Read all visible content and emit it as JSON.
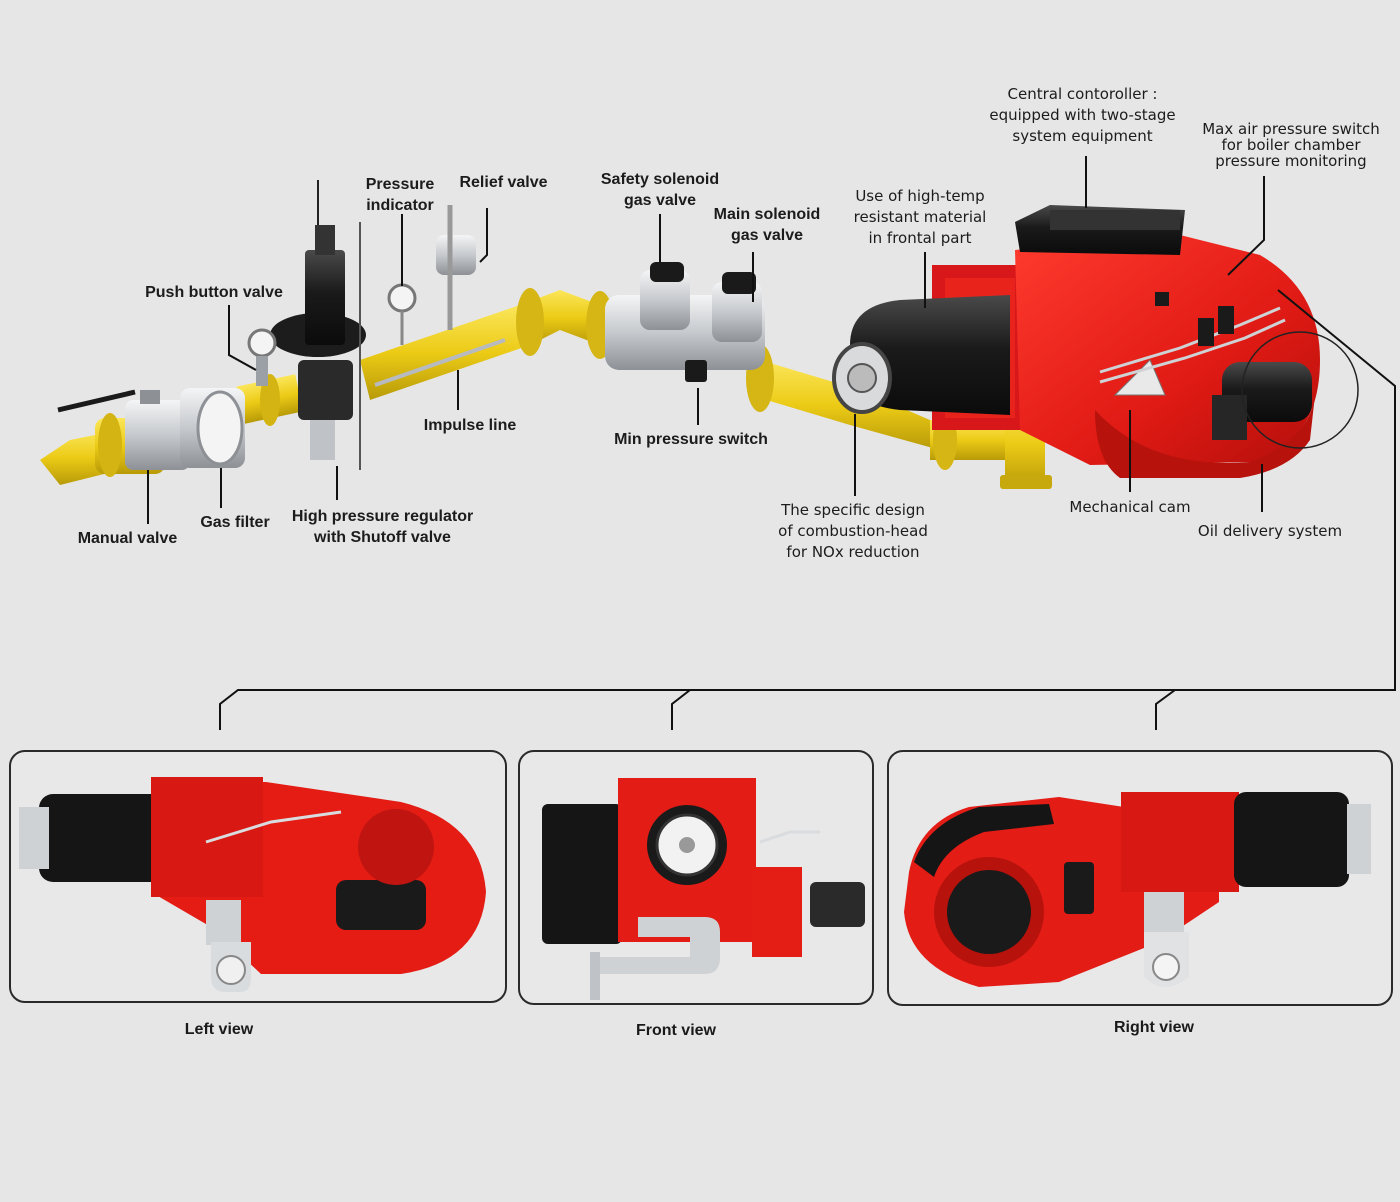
{
  "labels": {
    "push_button_valve": "Push button valve",
    "pressure_indicator": "Pressure\nindicator",
    "relief_valve": "Relief valve",
    "safety_solenoid": "Safety solenoid\ngas valve",
    "main_solenoid": "Main solenoid\ngas valve",
    "high_temp": "Use of high-temp\nresistant material\nin frontal part",
    "central_controller": "Central contoroller :\nequipped with two-stage\nsystem equipment",
    "max_air": "Max air pressure switch\nfor boiler chamber\npressure monitoring",
    "impulse_line": "Impulse line",
    "min_pressure": "Min pressure switch",
    "manual_valve": "Manual valve",
    "gas_filter": "Gas filter",
    "regulator": "High pressure regulator\nwith Shutoff valve",
    "combustion_head": "The specific design\nof combustion-head\nfor NOx reduction",
    "mechanical_cam": "Mechanical cam",
    "oil_delivery": "Oil delivery system"
  },
  "views": {
    "left": "Left view",
    "front": "Front view",
    "right": "Right view"
  },
  "colors": {
    "burner_red": "#e31c1c",
    "pipe_yellow": "#f2d21e",
    "steel": "#c9ccd0",
    "black": "#1b1b1b"
  }
}
